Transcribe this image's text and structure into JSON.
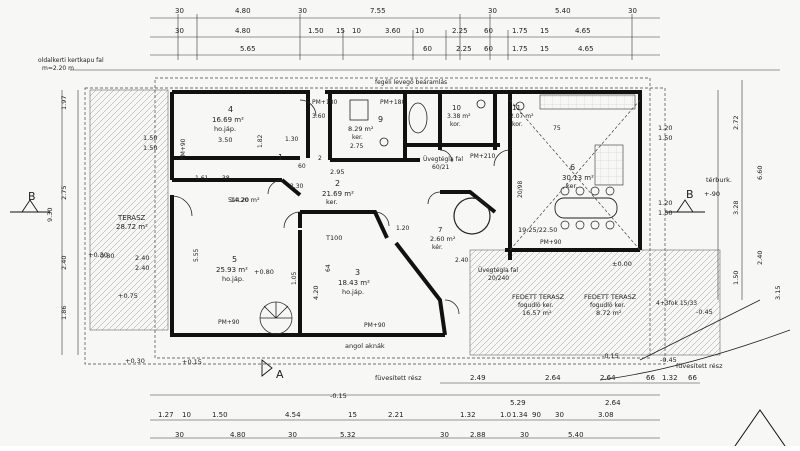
{
  "dims_top_row1": [
    "30",
    "4.80",
    "30",
    "7.55",
    "30",
    "5.40",
    "30"
  ],
  "dims_top_row2": [
    "30",
    "4.80",
    "1.50",
    "15",
    "10",
    "3.60",
    "10",
    "2.25",
    "60",
    "1.75",
    "15",
    "4.65"
  ],
  "dims_top_row3": [
    "5.65",
    "60",
    "2.25",
    "60",
    "1.75",
    "15",
    "4.65"
  ],
  "dims_bottom_row1": [
    "1.27",
    "10",
    "1.50",
    "4.54",
    "15",
    "2.21",
    "1.32",
    "1.0",
    "1.34",
    "90",
    "30",
    "3.08"
  ],
  "dims_bottom_row2": [
    "30",
    "4.80",
    "30",
    "5.32",
    "30",
    "2.88",
    "30",
    "5.40"
  ],
  "dims_lower": [
    "2.49",
    "2.64",
    "2.64",
    "66",
    "1.32",
    "66",
    "5.29",
    "2.64"
  ],
  "left_dims": [
    "1.97",
    "1.50",
    "1.50",
    "2.75",
    "9.30",
    "2.40",
    "0.80",
    "2.40",
    "2.40",
    "1.86"
  ],
  "right_dims": [
    "1.20",
    "1.50",
    "2.72",
    "6.60",
    "3.28",
    "1.20",
    "1.50",
    "1.50",
    "2.40",
    "3.15"
  ],
  "notes": {
    "top_left_1": "oldalkerti kertkapu fal",
    "top_left_2": "m=2.20 m",
    "top_center": "fegéli levegő beáramlás",
    "garden_gate": "térburk.",
    "garden_gate_val": "+-90",
    "bottom_center": "angol aknák",
    "bottom_pave": "füvesített rész",
    "bottom_right_pave": "füvesített rész"
  },
  "rooms": [
    {
      "num": "4",
      "area": "16.69 m²",
      "name": "ho.jáp.",
      "val": "3.50"
    },
    {
      "num": "9",
      "area": "8.29 m²",
      "name": "ker.",
      "val": "2.75"
    },
    {
      "num": "10",
      "area": "3.38 m²",
      "name": "kor.",
      "val": ""
    },
    {
      "num": "11",
      "area": "2.07 m²",
      "name": "kor.",
      "val": ""
    },
    {
      "num": "6",
      "area": "30.13 m²",
      "name": "ker.",
      "val": "19.25/22.50"
    },
    {
      "num": "2",
      "area": "21.69 m²",
      "name": "ker.",
      "val": "2.95"
    },
    {
      "num": "5",
      "area": "25.93 m²",
      "name": "ho.jáp.",
      "val": "+0.80"
    },
    {
      "num": "3",
      "area": "18.43 m²",
      "name": "ho.jáp.",
      "val": "4.20"
    },
    {
      "num": "1",
      "area": "14.20 m²",
      "name": "",
      "val": ""
    },
    {
      "num": "7",
      "area": "2.60 m²",
      "name": "kér.",
      "val": ""
    }
  ],
  "labels": {
    "terasz": "TERASZ",
    "terasz_area": "28.72 m²",
    "fedett1": "FEDETT TERASZ",
    "fedett1_sub": "fogudló ker.",
    "fedett1_area": "16.57 m²",
    "fedett2": "FEDETT TERASZ",
    "fedett2_sub": "fogudló ker.",
    "fedett2_area": "8.72 m²",
    "uveg1": "Üvegtégla fal",
    "uveg1_val": "60/21",
    "uveg2": "Üvegtégla fal",
    "uveg2_val": "20/240",
    "pm90_1": "PM+90",
    "pm90_2": "PM+90",
    "pm90_3": "PM+90",
    "pm90_4": "PM+90",
    "pm180_1": "PM+180",
    "pm180_2": "PM+180",
    "pm210": "PM+210",
    "t100": "T100",
    "stair": "4+3fok 15/33",
    "mark_a": "A",
    "mark_b": "B",
    "mark_b2": "B",
    "lvl_030": "+0.30",
    "lvl_015": "+0.15",
    "lvl_075": "+0.75",
    "lvl_000": "±0.00",
    "lvl_015b": "-0.15",
    "lvl_045": "-0.45",
    "lvl_030b": "+0.30",
    "lvl_045b": "-0.45",
    "lvl_015c": "-0.15",
    "val_514": "514.20",
    "val_161": "1.61",
    "val_38": "38",
    "val_130": "1.30",
    "val_60": "60",
    "val_2": "2",
    "val_64": "64",
    "val_120": "1.20",
    "val_2_40": "2.40",
    "val_3_60": "3.60",
    "val_1_82": "1.82",
    "val_5_55": "5.55",
    "val_1_05": "1.05",
    "val_2_30": "2.30",
    "val_20_98": "20/98",
    "val_75": "75"
  },
  "colors": {
    "wall": "#111111",
    "paper": "#f7f7f5",
    "line": "#222222"
  }
}
